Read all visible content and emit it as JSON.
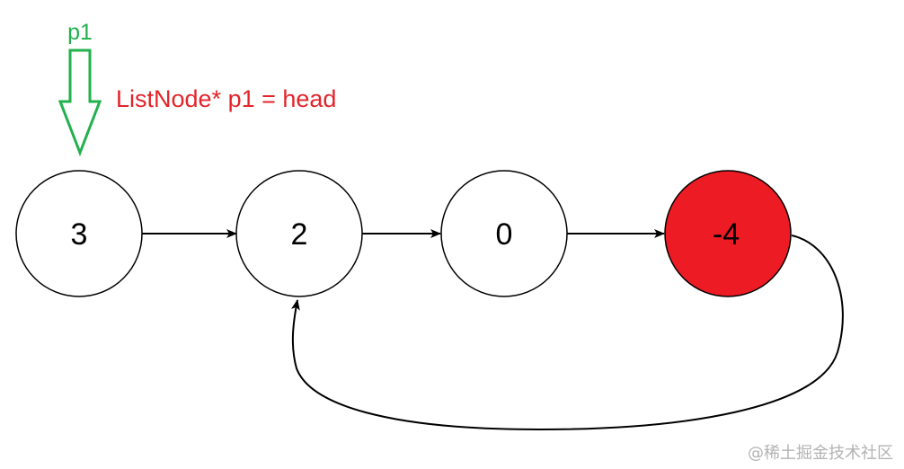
{
  "pointer": {
    "label": "p1",
    "color": "#22b14c"
  },
  "code_annotation": {
    "text": "ListNode* p1 = head",
    "color": "#e3242b"
  },
  "nodes": [
    {
      "value": "3",
      "fill": "#ffffff",
      "highlighted": false
    },
    {
      "value": "2",
      "fill": "#ffffff",
      "highlighted": false
    },
    {
      "value": "0",
      "fill": "#ffffff",
      "highlighted": false
    },
    {
      "value": "-4",
      "fill": "#ed1c24",
      "highlighted": true
    }
  ],
  "edges": [
    {
      "from": "3",
      "to": "2"
    },
    {
      "from": "2",
      "to": "0"
    },
    {
      "from": "0",
      "to": "-4"
    },
    {
      "from": "-4",
      "to": "2",
      "kind": "cycle"
    }
  ],
  "colors": {
    "stroke": "#000000",
    "text": "#000000"
  },
  "watermark": {
    "text": "@稀土掘金技术社区"
  }
}
